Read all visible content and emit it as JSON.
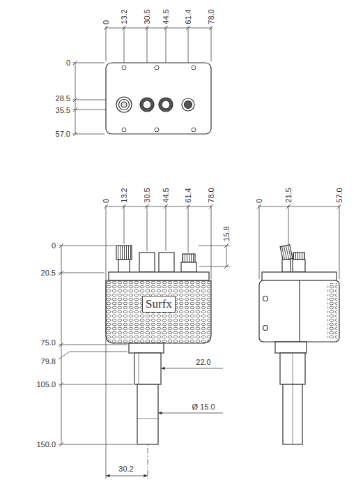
{
  "diagram": {
    "nodes": [
      {
        "text": [
          "Surfx"
        ]
      }
    ],
    "labels": [
      "0",
      "13.2",
      "30.5",
      "44.5",
      "61.4",
      "78.0",
      "0",
      "28.5",
      "35.5",
      "57.0",
      "0",
      "13.2",
      "30.5",
      "44.5",
      "61.4",
      "78.0",
      "15.8",
      "0",
      "20.5",
      "75.0",
      "79.8",
      "105.0",
      "150.0",
      "22.0",
      "Ø 15.0",
      "30.2",
      "0",
      "21.5",
      "57.0"
    ]
  }
}
